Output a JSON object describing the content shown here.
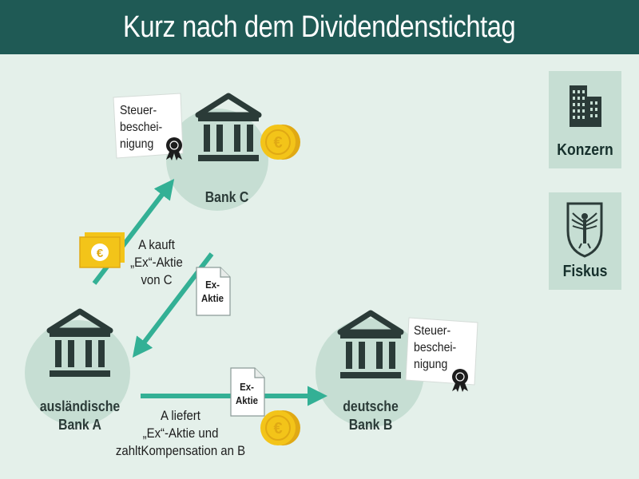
{
  "header": {
    "title": "Kurz nach dem Dividendenstichtag"
  },
  "banks": {
    "c": {
      "label": "Bank C"
    },
    "a": {
      "label": "ausländische\nBank A"
    },
    "b": {
      "label": "deutsche\nBank B"
    }
  },
  "certificates": {
    "c": {
      "text": "Steuer-\nbeschei-\nnigung"
    },
    "b": {
      "text": "Steuer-\nbeschei-\nnigung"
    }
  },
  "documents": {
    "ca": {
      "text": "Ex-\nAktie"
    },
    "ab": {
      "text": "Ex-\nAktie"
    }
  },
  "arrows": {
    "buy": {
      "text": "A kauft\n„Ex“-Aktie\nvon C"
    },
    "deliver": {
      "text": "A liefert\n„Ex“-Aktie und\nzahltKompensation an B"
    }
  },
  "legend": {
    "konzern": {
      "label": "Konzern"
    },
    "fiskus": {
      "label": "Fiskus"
    }
  },
  "colors": {
    "header": "#1f5a55",
    "background": "#e4f0ea",
    "circle": "#c6ded3",
    "arrow": "#33b095",
    "coin": "#f3c419",
    "icon": "#2b3b38"
  },
  "icons": [
    "bank-icon",
    "coin-icon",
    "money-bill-icon",
    "document-icon",
    "certificate-icon",
    "seal-icon",
    "building-icon",
    "eagle-crest-icon"
  ]
}
